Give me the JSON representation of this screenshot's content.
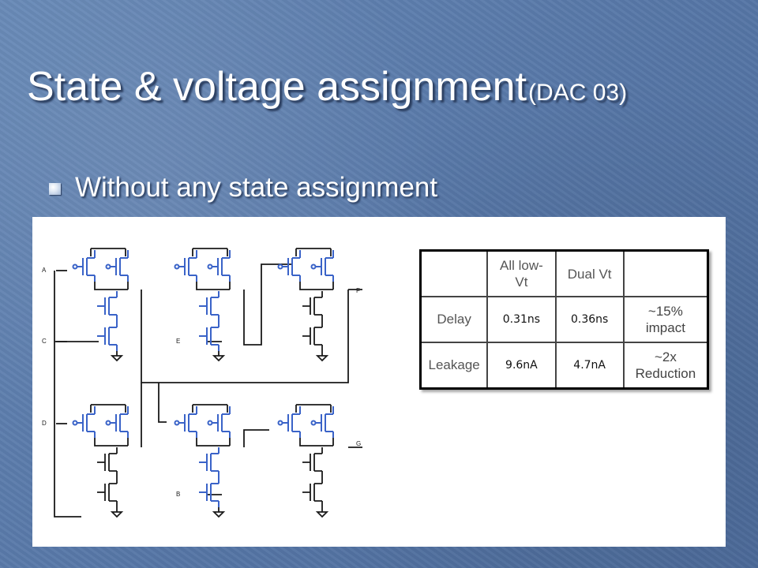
{
  "slide": {
    "title": "State & voltage assignment",
    "title_suffix": "(DAC 03)",
    "bullet": "Without any state assignment"
  },
  "circuit": {
    "inputs": [
      "A",
      "C",
      "E",
      "D",
      "B"
    ],
    "outputs": [
      "F",
      "G"
    ],
    "colors": {
      "transistor": "#3a63c8",
      "wire": "#1a1a1a"
    }
  },
  "table": {
    "headers": [
      "",
      "All low-\nVt",
      "Dual Vt",
      ""
    ],
    "rows": [
      {
        "label": "Delay",
        "low_vt": "0.31ns",
        "dual_vt": "0.36ns",
        "note": "~15%\nimpact"
      },
      {
        "label": "Leakage",
        "low_vt": "9.6nA",
        "dual_vt": "4.7nA",
        "note": "~2x\nReduction"
      }
    ]
  }
}
